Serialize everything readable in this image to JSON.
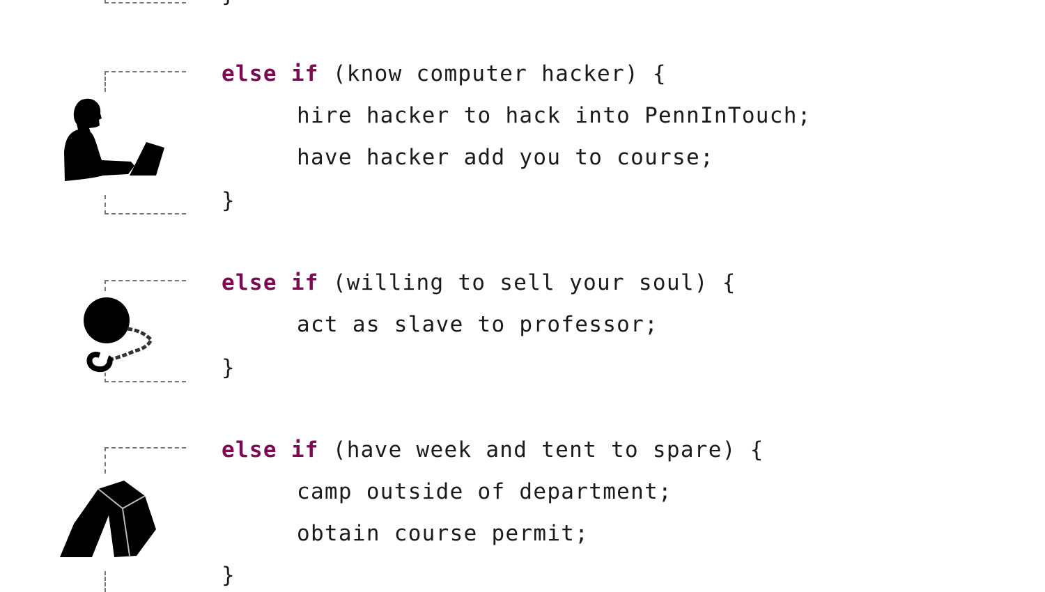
{
  "keywords": {
    "else": "else",
    "if": "if"
  },
  "top_fragment": {
    "close_brace": "}"
  },
  "blocks": [
    {
      "condition": " (know computer hacker) {",
      "statements": [
        "hire hacker to hack into PennInTouch;",
        "have hacker add you to course;"
      ],
      "close_brace": "}",
      "icon": "person-at-laptop-icon"
    },
    {
      "condition": " (willing to sell your soul) {",
      "statements": [
        "act as slave to professor;"
      ],
      "close_brace": "}",
      "icon": "ball-and-chain-icon"
    },
    {
      "condition": " (have week and tent to spare) {",
      "statements": [
        "camp outside of department;",
        "obtain course permit;"
      ],
      "close_brace": "}",
      "icon": "tent-icon"
    }
  ],
  "colors": {
    "keyword": "#7b0a52",
    "text": "#1a1a1a",
    "bracket": "#777777"
  }
}
